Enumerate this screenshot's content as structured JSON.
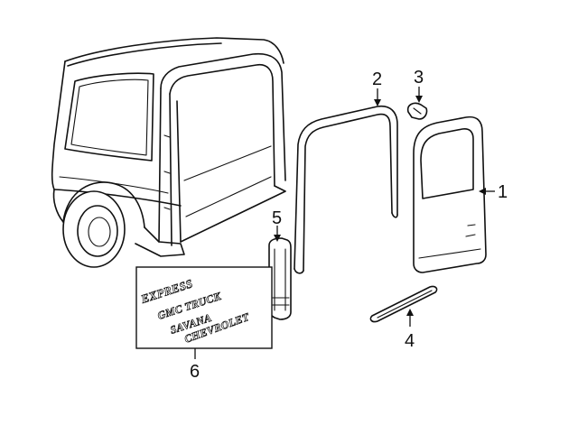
{
  "callouts": {
    "door": "1",
    "weatherstrip": "2",
    "bumper": "3",
    "sill_plate": "4",
    "hinge_pillar": "5",
    "nameplates": "6"
  },
  "emblems": {
    "express": "EXPRESS",
    "gmc_truck": "GMC TRUCK",
    "savana": "SAVANA",
    "chevrolet": "CHEVROLET"
  },
  "colors": {
    "line": "#111111",
    "background": "#ffffff"
  }
}
